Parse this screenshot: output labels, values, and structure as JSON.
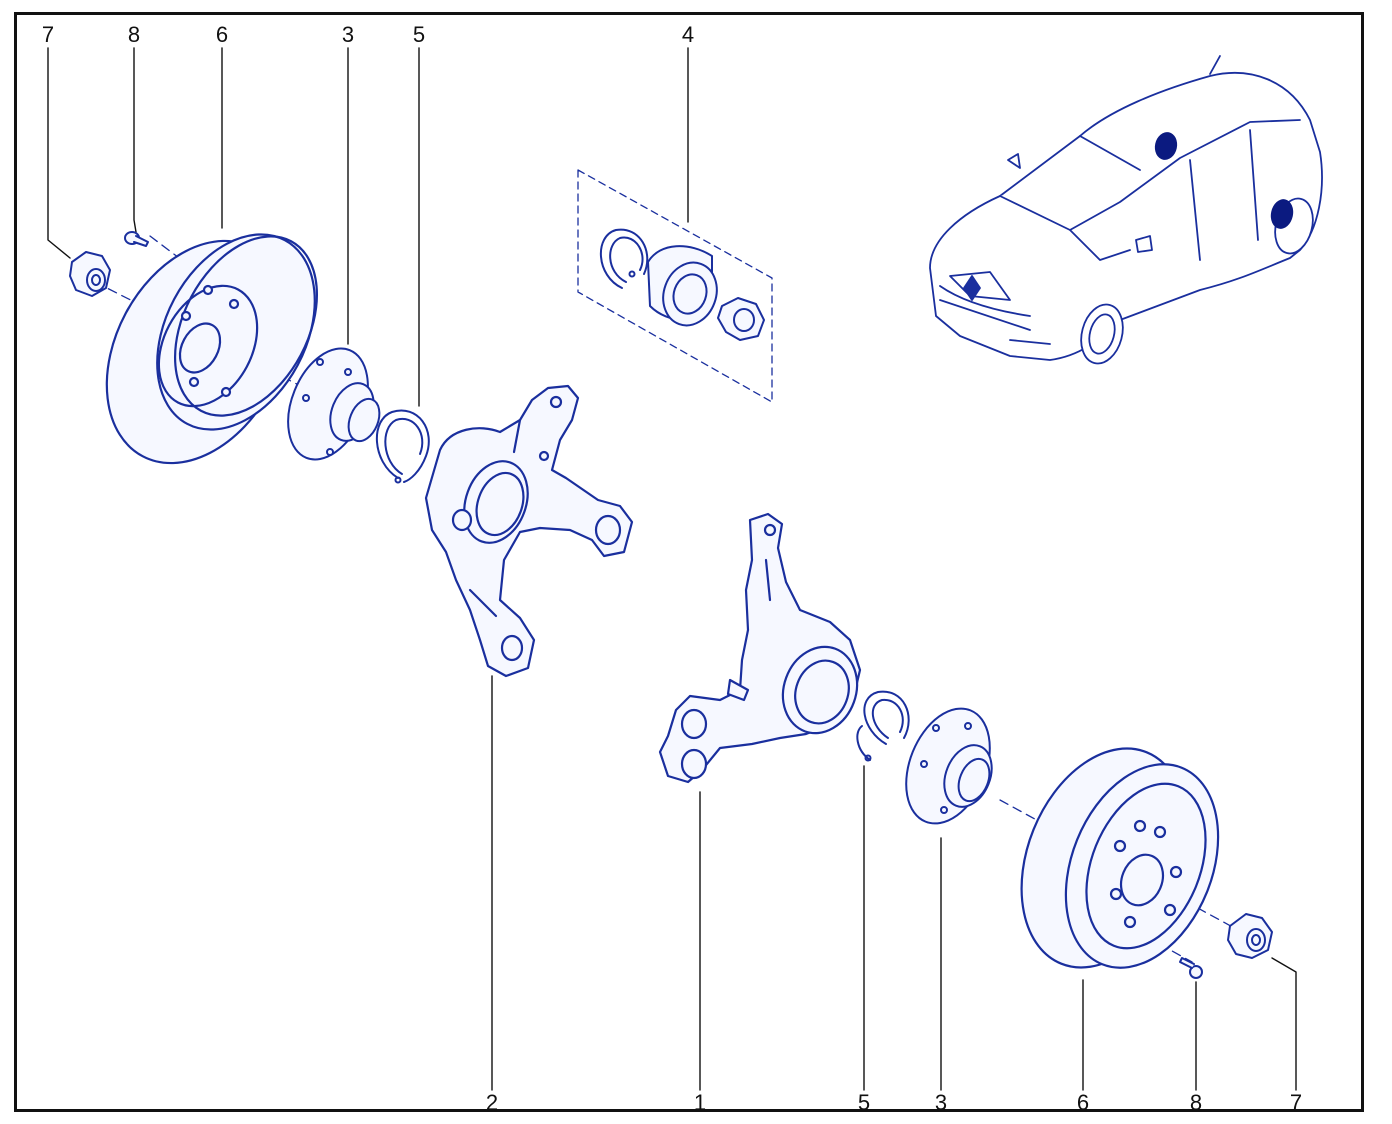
{
  "colors": {
    "line": "#1a2f9e",
    "fill": "#f6f8ff",
    "dark": "#0b1a80",
    "leader": "#111111",
    "frame": "#111111"
  },
  "callouts": {
    "top": [
      "7",
      "8",
      "6",
      "3",
      "5",
      "4"
    ],
    "bottom": [
      "2",
      "1",
      "5",
      "3",
      "6",
      "8",
      "7"
    ]
  }
}
